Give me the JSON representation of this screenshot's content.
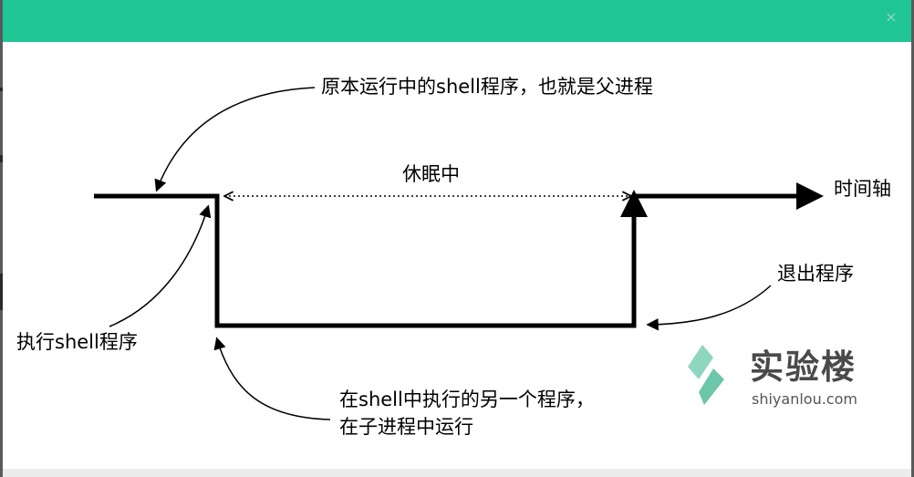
{
  "window": {
    "close_glyph": "×",
    "titlebar_color": "#1fc593"
  },
  "diagram": {
    "parent_shell_label": "原本运行中的shell程序，也就是父进程",
    "sleeping_label": "休眠中",
    "time_axis_label": "时间轴",
    "exec_shell_label": "执行shell程序",
    "exit_program_label": "退出程序",
    "child_program_line1": "在shell中执行的另一个程序，",
    "child_program_line2": "在子进程中运行"
  },
  "logo": {
    "name": "实验楼",
    "domain": "shiyanlou.com",
    "brand_color": "#7fd0b8"
  }
}
